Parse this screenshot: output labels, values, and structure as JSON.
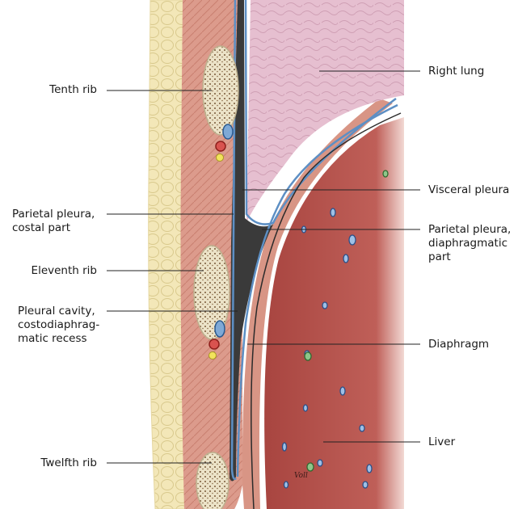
{
  "labels_left": {
    "tenth_rib": "Tenth rib",
    "parietal_costal_1": "Parietal pleura,",
    "parietal_costal_2": "costal part",
    "eleventh_rib": "Eleventh rib",
    "pleural_cavity_1": "Pleural cavity,",
    "pleural_cavity_2": "costodiaphrag-",
    "pleural_cavity_3": "matic recess",
    "twelfth_rib": "Twelfth rib"
  },
  "labels_right": {
    "right_lung": "Right lung",
    "visceral_pleura": "Visceral pleura",
    "parietal_diaphragmatic_1": "Parietal pleura,",
    "parietal_diaphragmatic_2": "diaphragmatic",
    "parietal_diaphragmatic_3": "part",
    "diaphragm": "Diaphragm",
    "liver": "Liver"
  },
  "signature": "Voll",
  "colors": {
    "fat": "#f3e7b8",
    "muscle": "#dc9b8c",
    "bone": "#ece3c8",
    "lung": "#e6bfd0",
    "liver": "#b9544e",
    "pleura_blue": "#5d8fc4",
    "cavity": "#3a3a3a"
  }
}
